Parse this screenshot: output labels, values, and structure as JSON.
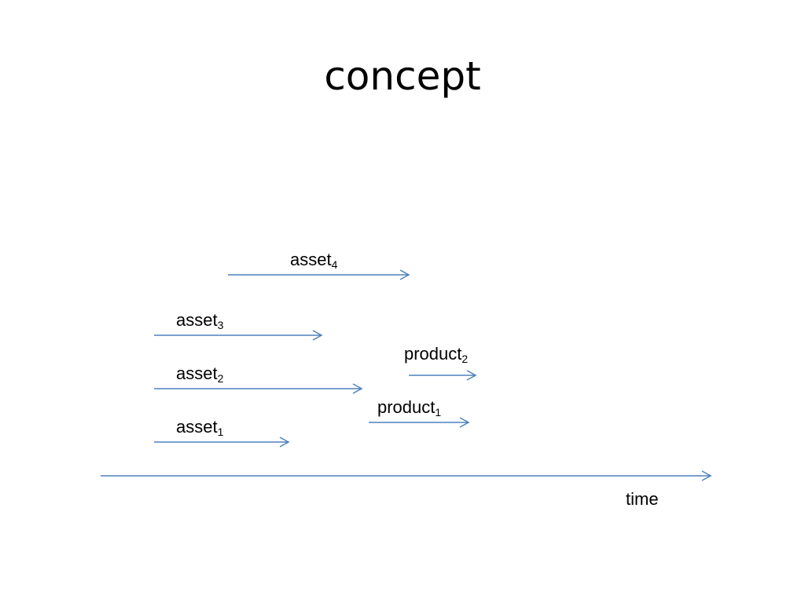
{
  "slide": {
    "title": "concept"
  },
  "diagram": {
    "line_color": "#4f81bd",
    "arrows": [
      {
        "id": "asset4",
        "name": "asset",
        "index": "4"
      },
      {
        "id": "asset3",
        "name": "asset",
        "index": "3"
      },
      {
        "id": "asset2",
        "name": "asset",
        "index": "2"
      },
      {
        "id": "asset1",
        "name": "asset",
        "index": "1"
      },
      {
        "id": "product2",
        "name": "product",
        "index": "2"
      },
      {
        "id": "product1",
        "name": "product",
        "index": "1"
      }
    ],
    "time_axis": {
      "label": "time"
    }
  }
}
